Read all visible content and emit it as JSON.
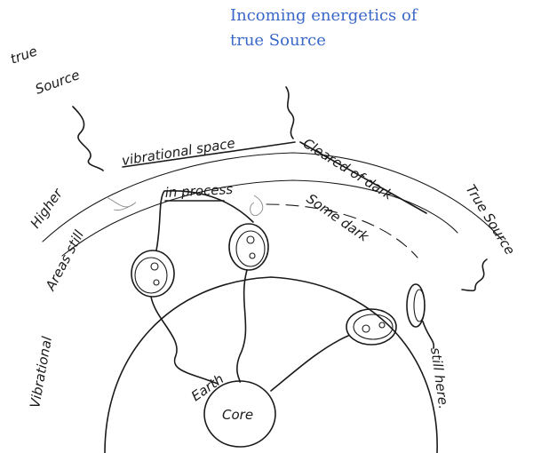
{
  "caption": {
    "line1": "Incoming energetics of",
    "line2": "true Source"
  },
  "handwriting": {
    "true_source_top_1": "true",
    "true_source_top_2": "Source",
    "higher": "Higher",
    "vibrational_space": "vibrational space",
    "cleared_of_dark": "Cleared of dark",
    "in_process": "in process",
    "some_dark": "Some dark",
    "true_source_right": "True Source",
    "areas_still": "Areas still",
    "vibrational_left": "Vibrational",
    "earth": "Earth",
    "core": "Core",
    "still_here": "still here."
  },
  "colors": {
    "caption": "#3a68c9",
    "ink": "#1a1a1a"
  }
}
